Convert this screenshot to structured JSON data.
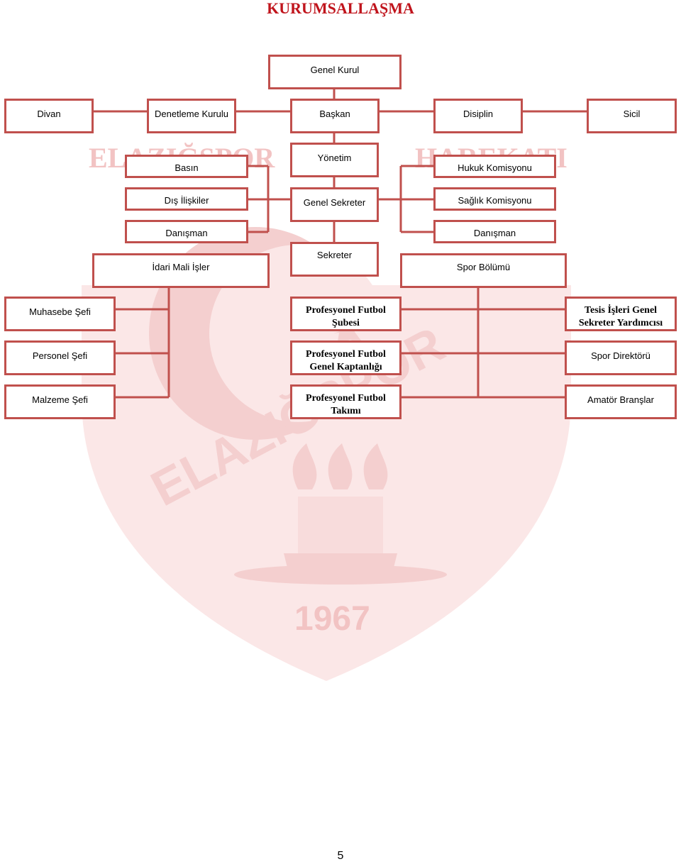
{
  "title": "KURUMSALLAŞMA",
  "watermark": {
    "banner_left": "ELAZIĞSPOR",
    "banner_right": "HAREKATI",
    "year": "1967",
    "crest_text": "ELAZIĞSPOR",
    "color": "#f2c3c3"
  },
  "colors": {
    "border": "#c0504d",
    "title": "#c0141c"
  },
  "nodes": {
    "genel_kurul": "Genel Kurul",
    "divan": "Divan",
    "denetleme_kurulu": "Denetleme Kurulu",
    "baskan": "Başkan",
    "disiplin": "Disiplin",
    "sicil": "Sicil",
    "basin": "Basın",
    "yonetim": "Yönetim",
    "hukuk_komisyonu": "Hukuk Komisyonu",
    "dis_iliskiler": "Dış İlişkiler",
    "genel_sekreter": "Genel Sekreter",
    "saglik_komisyonu": "Sağlık Komisyonu",
    "danisman_left": "Danışman",
    "danisman_right": "Danışman",
    "idari_mali_isler": "İdari Mali İşler",
    "sekreter": "Sekreter",
    "spor_bolumu": "Spor Bölümü",
    "muhasebe_sefi": "Muhasebe Şefi",
    "pf_subesi": "Profesyonel Futbol Şubesi",
    "tesis_isleri": "Tesis İşleri Genel Sekreter Yardımcısı",
    "personel_sefi": "Personel Şefi",
    "pf_genel_kaptanligi": "Profesyonel Futbol Genel Kaptanlığı",
    "spor_direktoru": "Spor Direktörü",
    "malzeme_sefi": "Malzeme Şefi",
    "pf_takimi": "Profesyonel Futbol Takımı",
    "amator_branslar": "Amatör Branşlar"
  },
  "page_number": "5"
}
